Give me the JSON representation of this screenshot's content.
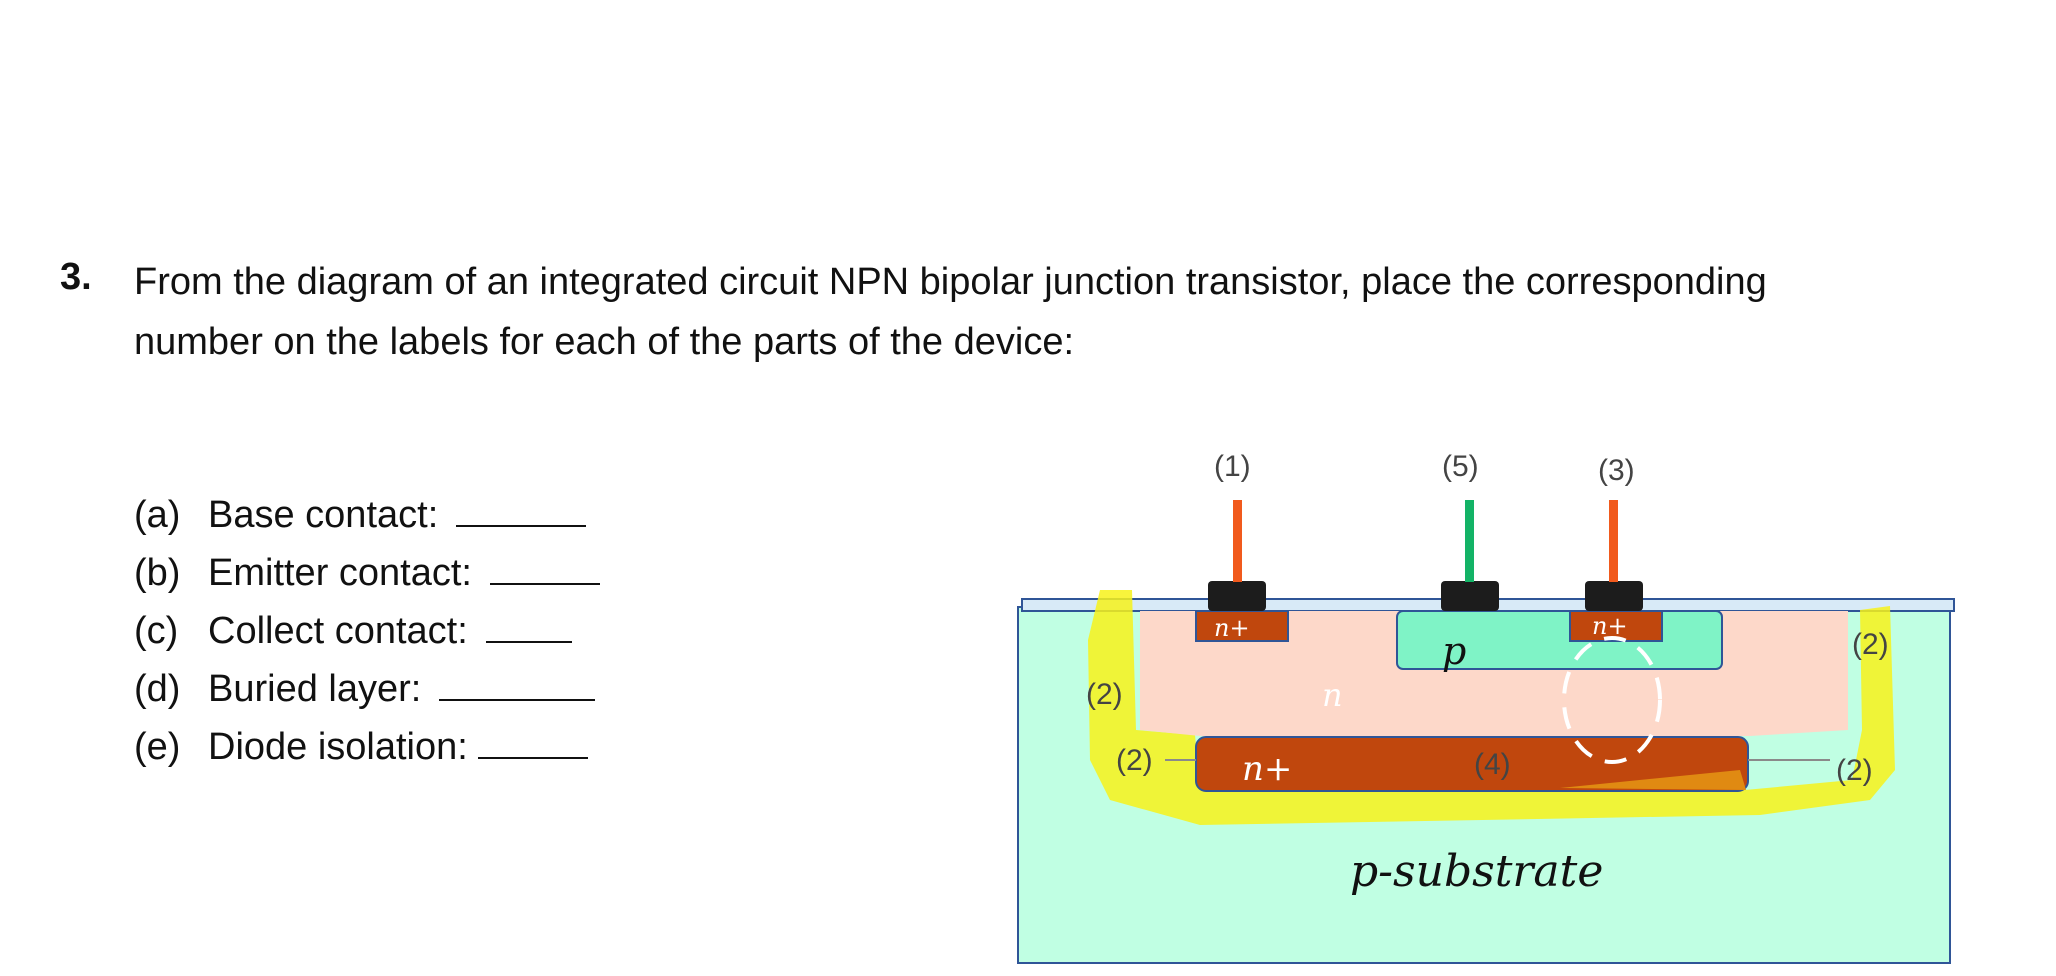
{
  "question": {
    "number": "3.",
    "line1": "From the diagram of an integrated circuit NPN bipolar junction transistor, place the corresponding",
    "line2": "number on the labels for each of the parts of the device:"
  },
  "items": [
    {
      "letter": "(a)",
      "text": "Base contact:"
    },
    {
      "letter": "(b)",
      "text": "Emitter contact:"
    },
    {
      "letter": "(c)",
      "text": "Collect contact:"
    },
    {
      "letter": "(d)",
      "text": "Buried layer:"
    },
    {
      "letter": "(e)",
      "text": "Diode isolation:"
    }
  ],
  "diagram": {
    "label_1": "(1)",
    "label_5": "(5)",
    "label_3": "(3)",
    "label_2_left_upper": "(2)",
    "label_2_left_lower": "(2)",
    "label_2_right_upper": "(2)",
    "label_2_right_lower": "(2)",
    "label_4": "(4)",
    "region_n_plus_left": "n+",
    "region_n_plus_right": "n+",
    "region_p": "p",
    "region_n": "n",
    "region_buried": "n+",
    "substrate": "p-substrate",
    "colors": {
      "substrate": "#c0ffe3",
      "n_region": "#fdd8c9",
      "p_region": "#7ff3c6",
      "n_plus": "#c0470d",
      "highlight": "#f7f21a",
      "contact": "#1c1c1c",
      "lead_orange": "#f15a1d",
      "lead_green": "#13b366",
      "oxide": "#d8eaf7"
    }
  }
}
